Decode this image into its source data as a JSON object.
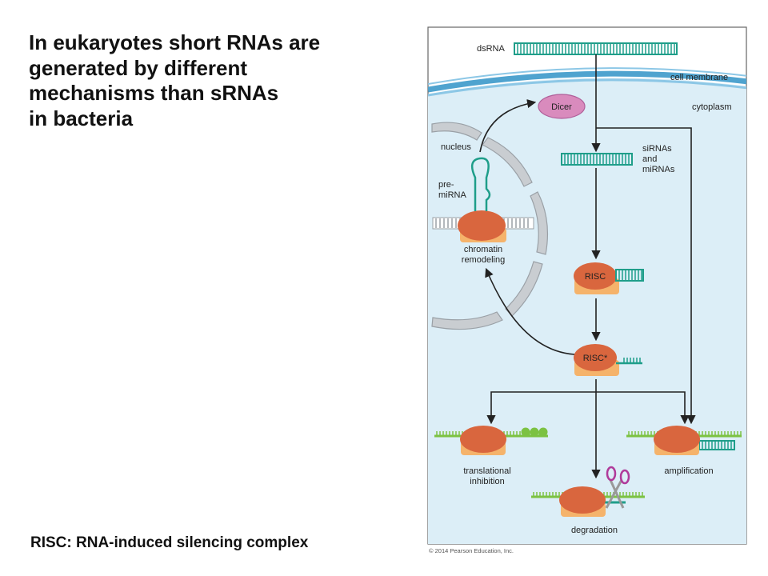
{
  "slide": {
    "title_lines": [
      "In eukaryotes short RNAs are",
      "generated by different",
      "mechanisms than sRNAs",
      "in bacteria"
    ],
    "footnote": "RISC: RNA-induced silencing complex"
  },
  "figure": {
    "labels": {
      "dsrna": "dsRNA",
      "cell_membrane": "cell membrane",
      "cytoplasm": "cytoplasm",
      "dicer": "Dicer",
      "nucleus": "nucleus",
      "sirnas_line1": "siRNAs",
      "sirnas_line2": "and",
      "sirnas_line3": "miRNAs",
      "premirna_line1": "pre-",
      "premirna_line2": "miRNA",
      "chromatin_line1": "chromatin",
      "chromatin_line2": "remodeling",
      "risc": "RISC",
      "risc_active": "RISC*",
      "translational_line1": "translational",
      "translational_line2": "inhibition",
      "amplification": "amplification",
      "degradation": "degradation",
      "copyright": "© 2014 Pearson Education, Inc."
    },
    "colors": {
      "cytoplasm_fill": "#dceef7",
      "membrane": "#4fa3cf",
      "rna_strand": "#1f9e8a",
      "dicer_fill": "#d98bbd",
      "risc_body": "#d9663e",
      "risc_base": "#f5b36b",
      "nuclear_envelope": "#c9cdd1",
      "translation_factor": "#7cc242"
    }
  }
}
